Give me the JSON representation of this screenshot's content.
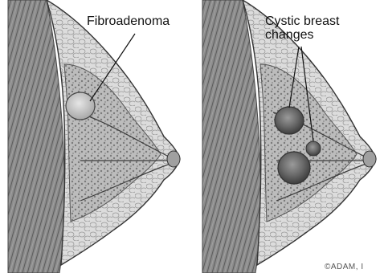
{
  "labels": {
    "fibroadenoma": "Fibroadenoma",
    "cystic_line1": "Cystic breast",
    "cystic_line2": "changes"
  },
  "credit": "©ADAM, I",
  "colors": {
    "skin": "#b8b8b8",
    "tissue": "#d9d9d9",
    "lobules": "#8e8e8e",
    "muscle": "#6e6e6e",
    "cyst": "#555555",
    "line": "#111111"
  }
}
